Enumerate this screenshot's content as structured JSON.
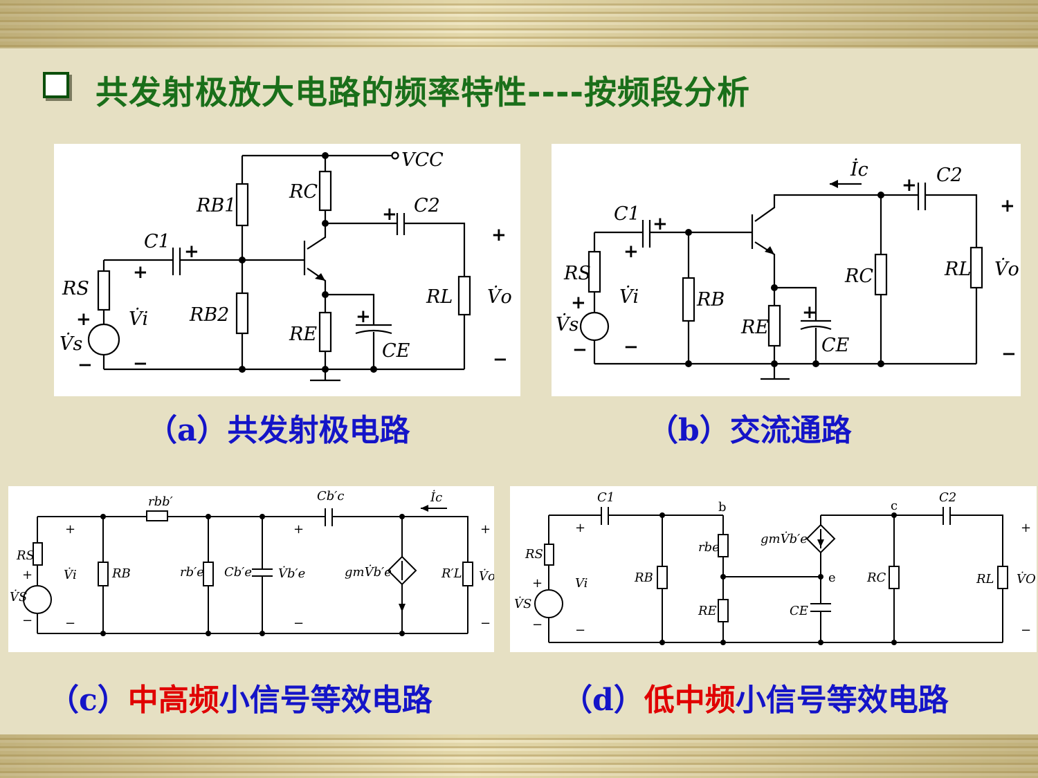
{
  "title": "共发射极放大电路的频率特性----按频段分析",
  "captions": {
    "a": "（a）共发射极电路",
    "b": "（b）交流通路",
    "c_prefix": "（c）",
    "c_red": "中高频",
    "c_suffix": "小信号等效电路",
    "d_prefix": "（d）",
    "d_red": "低中频",
    "d_suffix": "小信号等效电路"
  },
  "labels_a": {
    "vcc": "VCC",
    "rb1": "RB1",
    "rb2": "RB2",
    "rc": "RC",
    "re": "RE",
    "c1": "C1",
    "c2": "C2",
    "ce": "CE",
    "rs": "RS",
    "rl": "RL",
    "vs": "V̇s",
    "vi": "V̇i",
    "vo": "V̇o"
  },
  "labels_b": {
    "ic": "İc",
    "c1": "C1",
    "c2": "C2",
    "rs": "RS",
    "rb": "RB",
    "re": "RE",
    "ce": "CE",
    "rc": "RC",
    "rl": "RL",
    "vs": "V̇s",
    "vi": "V̇i",
    "vo": "V̇o"
  },
  "labels_c": {
    "rbb": "rbb′",
    "cbc": "Cb′c",
    "ic": "İc",
    "rs": "RS",
    "vs": "V̇S",
    "vi": "V̇i",
    "rb": "RB",
    "rbe": "rb′e",
    "cbe": "Cb′e",
    "vbe": "V̇b′e",
    "gm": "gmV̇b′e",
    "rl": "R′L",
    "vo": "V̇o"
  },
  "labels_d": {
    "c1": "C1",
    "b": "b",
    "c": "c",
    "c2": "C2",
    "rs": "RS",
    "vs": "V̇S",
    "vi": "Vi",
    "rb": "RB",
    "rbe": "rbe",
    "re": "RE",
    "gm": "gmV̇b′e",
    "e": "e",
    "ce": "CE",
    "rc": "RC",
    "rl": "RL",
    "vo": "V̇O"
  },
  "signs": {
    "plus": "+",
    "minus": "−"
  },
  "colors": {
    "title": "#1a6f1a",
    "caption": "#1414c8",
    "highlight": "#e00000",
    "background": "#e6e0c3"
  }
}
